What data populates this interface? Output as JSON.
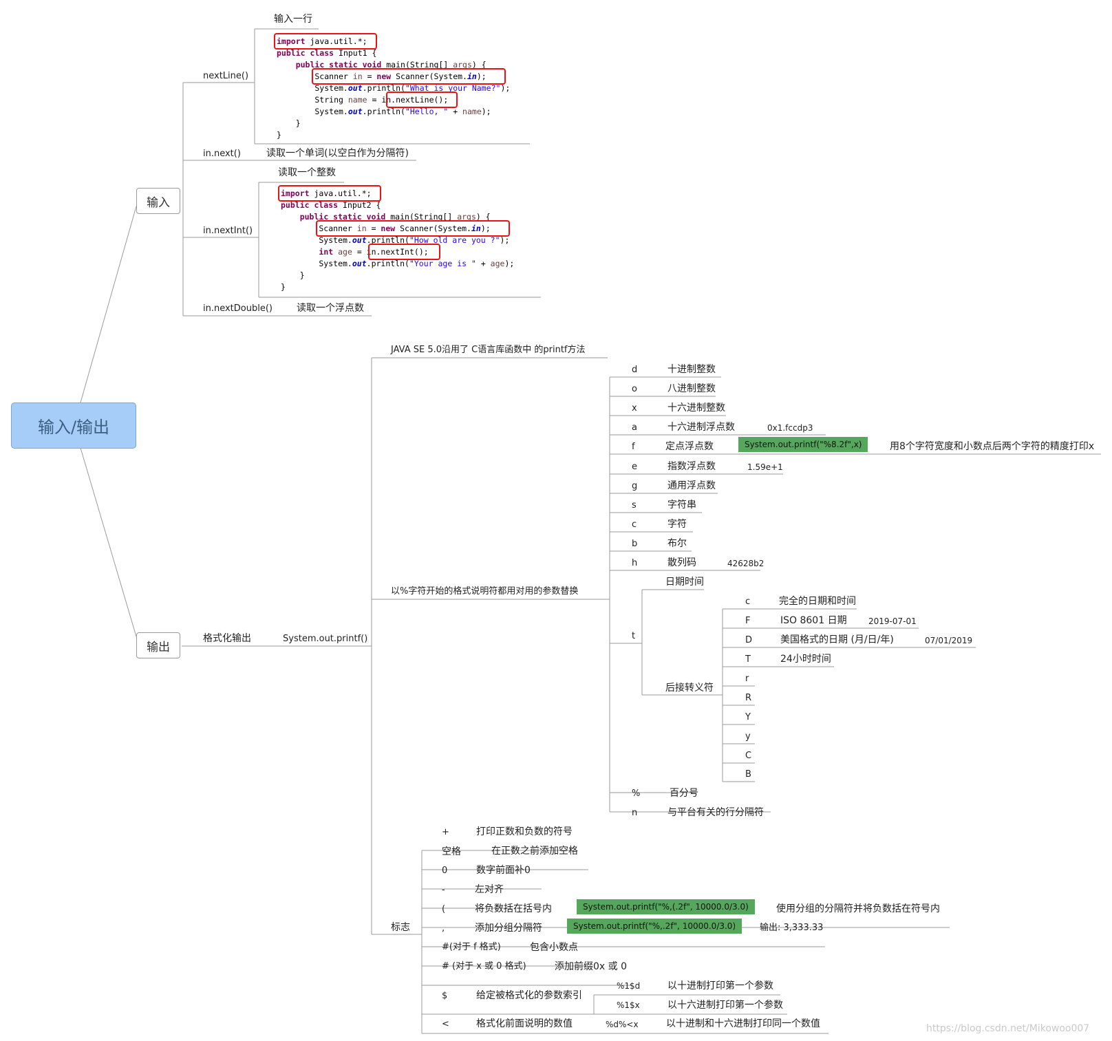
{
  "root": "输入/输出",
  "input": {
    "label": "输入",
    "nextline": {
      "method": "nextLine()",
      "desc": "输入一行",
      "code": [
        "import java.util.*;",
        "public class Input1 {",
        "    public static void main(String[] args) {",
        "        Scanner in = new Scanner(System.in);",
        "        System.out.println(\"What is your Name?\");",
        "        String name = in.nextLine();",
        "        System.out.println(\"Hello, \" + name);",
        "    }",
        "}"
      ]
    },
    "next": {
      "method": "in.next()",
      "desc": "读取一个单词(以空白作为分隔符)"
    },
    "nextint": {
      "method": "in.nextInt()",
      "desc": "读取一个整数",
      "code": [
        "import java.util.*;",
        "public class Input2 {",
        "    public static void main(String[] args) {",
        "        Scanner in = new Scanner(System.in);",
        "        System.out.println(\"How old are you ?\");",
        "        int age = in.nextInt();",
        "        System.out.println(\"Your age is \" + age);",
        "    }",
        "}"
      ]
    },
    "nextdouble": {
      "method": "in.nextDouble()",
      "desc": "读取一个浮点数"
    }
  },
  "output": {
    "label": "输出",
    "formatted": "格式化输出",
    "printf": "System.out.printf()",
    "intro": "JAVA SE 5.0沿用了 C语言库函数中 的printf方法",
    "spec_intro": "以%字符开始的格式说明符都用对用的参数替换",
    "conversions": [
      {
        "code": "d",
        "desc": "十进制整数"
      },
      {
        "code": "o",
        "desc": "八进制整数"
      },
      {
        "code": "x",
        "desc": "十六进制整数"
      },
      {
        "code": "a",
        "desc": "十六进制浮点数",
        "example": "0x1.fccdp3"
      },
      {
        "code": "f",
        "desc": "定点浮点数",
        "example": "System.out.printf(\"%8.2f\",x)",
        "note": "用8个字符宽度和小数点后两个字符的精度打印x"
      },
      {
        "code": "e",
        "desc": "指数浮点数",
        "example": "1.59e+1"
      },
      {
        "code": "g",
        "desc": "通用浮点数"
      },
      {
        "code": "s",
        "desc": "字符串"
      },
      {
        "code": "c",
        "desc": "字符"
      },
      {
        "code": "b",
        "desc": "布尔"
      },
      {
        "code": "h",
        "desc": "散列码",
        "example": "42628b2"
      }
    ],
    "datetime": {
      "code": "t",
      "desc": "日期时间",
      "suffix_label": "后接转义符",
      "suffixes": [
        {
          "code": "c",
          "desc": "完全的日期和时间"
        },
        {
          "code": "F",
          "desc": "ISO 8601 日期",
          "example": "2019-07-01"
        },
        {
          "code": "D",
          "desc": "美国格式的日期 (月/日/年)",
          "example": "07/01/2019"
        },
        {
          "code": "T",
          "desc": "24小时时间"
        },
        {
          "code": "r"
        },
        {
          "code": "R"
        },
        {
          "code": "Y"
        },
        {
          "code": "y"
        },
        {
          "code": "C"
        },
        {
          "code": "B"
        }
      ]
    },
    "percent": {
      "code": "%",
      "desc": "百分号"
    },
    "newline": {
      "code": "n",
      "desc": "与平台有关的行分隔符"
    },
    "flags_label": "标志",
    "flags": [
      {
        "code": "+",
        "desc": "打印正数和负数的符号"
      },
      {
        "code": "空格",
        "desc": "在正数之前添加空格"
      },
      {
        "code": "0",
        "desc": "数字前面补0"
      },
      {
        "code": "-",
        "desc": "左对齐"
      },
      {
        "code": "(",
        "desc": "将负数括在括号内",
        "example": "System.out.printf(\"%,(.2f\", 10000.0/3.0)",
        "note": "使用分组的分隔符并将负数括在符号内"
      },
      {
        "code": ",",
        "desc": "添加分组分隔符",
        "example": "System.out.printf(\"%,.2f\", 10000.0/3.0)",
        "note": "输出: 3,333.33"
      },
      {
        "code": "#(对于 f 格式)",
        "desc": "包含小数点"
      },
      {
        "code": "# (对于 x 或 0 格式)",
        "desc": "添加前缀0x 或 0"
      },
      {
        "code": "$",
        "desc": "给定被格式化的参数索引",
        "examples": [
          {
            "example": "%1$d",
            "note": "以十进制打印第一个参数"
          },
          {
            "example": "%1$x",
            "note": "以十六进制打印第一个参数"
          }
        ]
      },
      {
        "code": "<",
        "desc": "格式化前面说明的数值",
        "example": "%d%<x",
        "note": "以十进制和十六进制打印同一个数值"
      }
    ]
  },
  "watermark": "https://blog.csdn.net/Mikowoo007"
}
